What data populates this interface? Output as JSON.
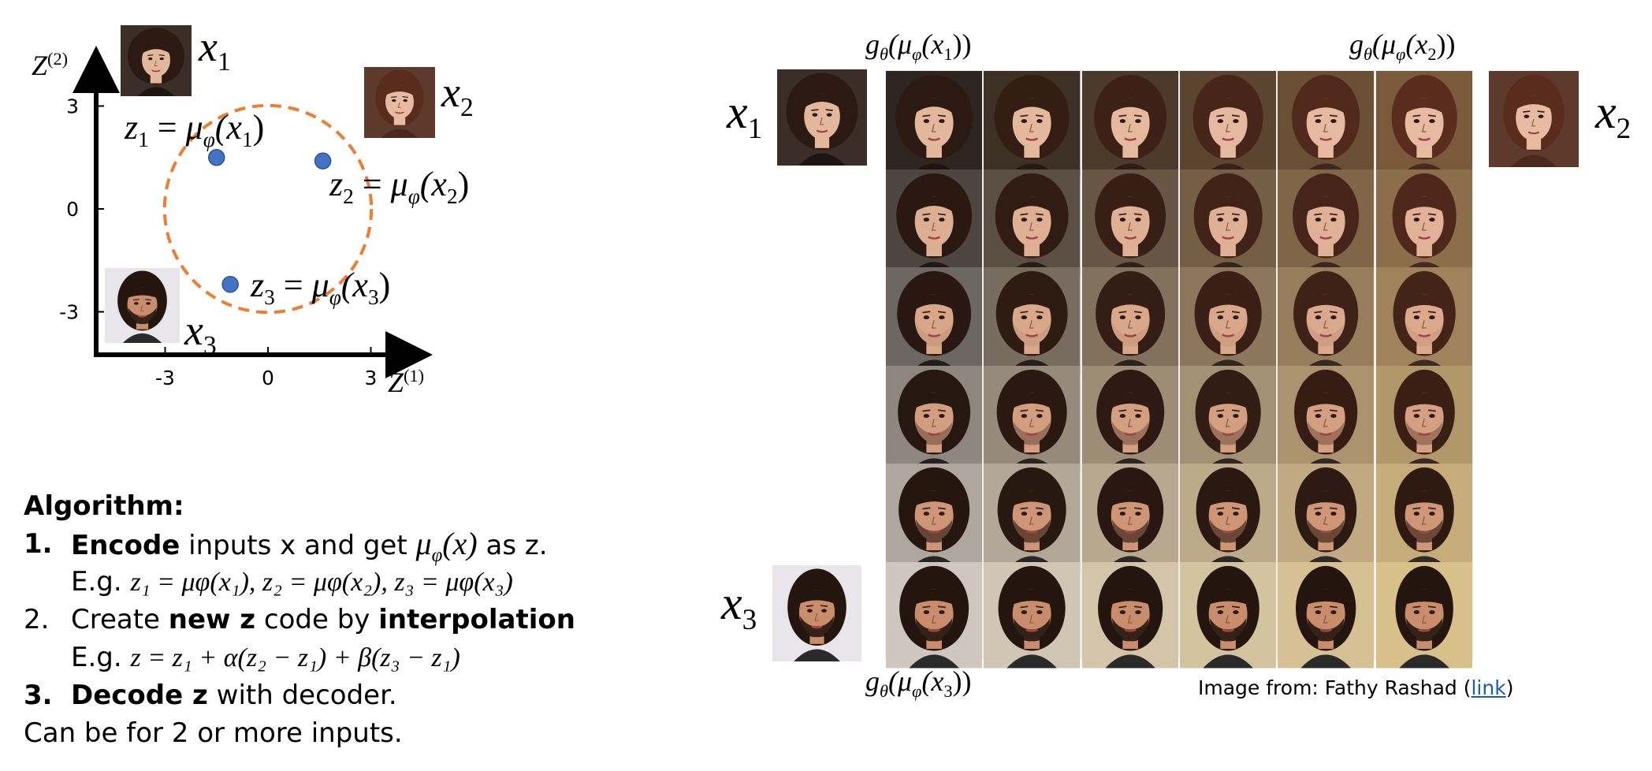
{
  "plot": {
    "y_axis_label": "Z",
    "y_axis_sup": "(2)",
    "x_axis_label": "Z",
    "x_axis_sup": "(1)",
    "x_ticks": [
      "-3",
      "0",
      "3"
    ],
    "y_ticks": [
      "3",
      "0",
      "-3"
    ],
    "points": [
      {
        "name": "z1",
        "x": -1.5,
        "y": 1.5
      },
      {
        "name": "z2",
        "x": 1.6,
        "y": 1.4
      },
      {
        "name": "z3",
        "x": -1.1,
        "y": -2.2
      }
    ],
    "circle": {
      "cx": 0,
      "cy": 0,
      "r": 3.2
    },
    "point_color": "#4472c4",
    "circle_color": "#ed7d31"
  },
  "labels": {
    "x1": {
      "var": "x",
      "sub": "1"
    },
    "x2": {
      "var": "x",
      "sub": "2"
    },
    "x3": {
      "var": "x",
      "sub": "3"
    },
    "z1_eq": {
      "lhs": "z",
      "lhs_sub": "1",
      "eq": " = ",
      "mu": "μ",
      "mu_sub": "φ",
      "arg": "(x",
      "arg_sub": "1",
      "close": ")"
    },
    "z2_eq": {
      "lhs": "z",
      "lhs_sub": "2",
      "eq": " = ",
      "mu": "μ",
      "mu_sub": "φ",
      "arg": "(x",
      "arg_sub": "2",
      "close": ")"
    },
    "z3_eq": {
      "lhs": "z",
      "lhs_sub": "3",
      "eq": " = ",
      "mu": "μ",
      "mu_sub": "φ",
      "arg": "(x",
      "arg_sub": "3",
      "close": ")"
    },
    "g1": {
      "g": "g",
      "g_sub": "θ",
      "mu": "(μ",
      "mu_sub": "φ",
      "arg": "(x",
      "arg_sub": "1",
      "close": "))"
    },
    "g2": {
      "g": "g",
      "g_sub": "θ",
      "mu": "(μ",
      "mu_sub": "φ",
      "arg": "(x",
      "arg_sub": "2",
      "close": "))"
    },
    "g3": {
      "g": "g",
      "g_sub": "θ",
      "mu": "(μ",
      "mu_sub": "φ",
      "arg": "(x",
      "arg_sub": "3",
      "close": "))"
    }
  },
  "algorithm": {
    "title": "Algorithm:",
    "step1": {
      "num": "1.",
      "bold": "Encode",
      "text1": " inputs x and get ",
      "math": "μ",
      "math_sub": "φ",
      "math_arg": "(x)",
      "text2": " as z."
    },
    "step1_eg": {
      "prefix": "E.g. ",
      "math": "z₁ = μφ(x₁), z₂ = μφ(x₂), z₃ = μφ(x₃)"
    },
    "step2": {
      "num": "2.",
      "text1": "Create ",
      "bold1": "new z",
      "text2": " code by ",
      "bold2": "interpolation"
    },
    "step2_eg": {
      "prefix": "E.g. ",
      "math": "z = z₁ + α(z₂ − z₁) + β(z₃ − z₁)"
    },
    "step3": {
      "num": "3.",
      "bold": "Decode z",
      "text": " with decoder."
    },
    "footer": "Can be for 2 or more inputs."
  },
  "caption": {
    "text": "Image from: Fathy Rashad (",
    "link": "link",
    "close": ")"
  },
  "grid": {
    "rows": 6,
    "cols": 6
  }
}
